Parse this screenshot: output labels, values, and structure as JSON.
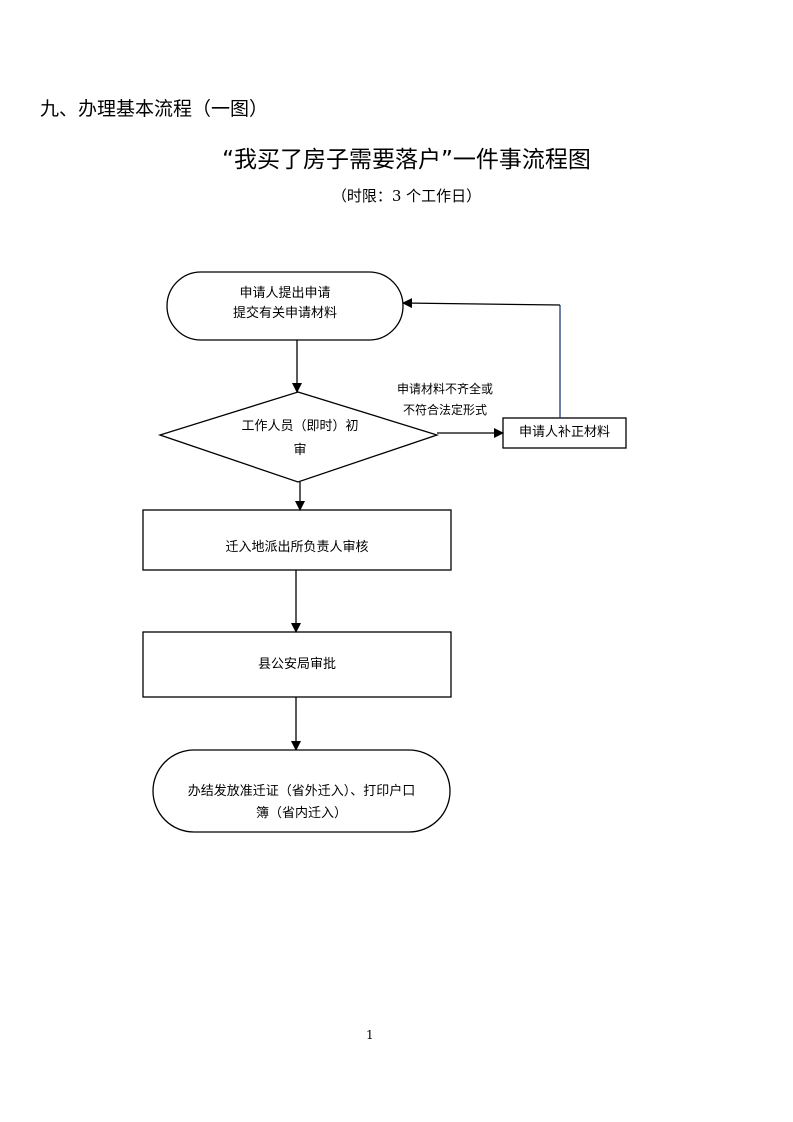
{
  "section_heading": "九、办理基本流程（一图）",
  "title": "“我买了房子需要落户”一件事流程图",
  "subtitle": "（时限：3 个工作日）",
  "flowchart": {
    "start": {
      "line1": "申请人提出申请",
      "line2": "提交有关申请材料"
    },
    "review": {
      "line1": "工作人员（即时）初",
      "line2": "审"
    },
    "reject_condition": {
      "line1": "申请材料不齐全或",
      "line2": "不符合法定形式"
    },
    "supplement": "申请人补正材料",
    "step_police_station": "迁入地派出所负责人审核",
    "step_county": "县公安局审批",
    "end": {
      "line1": "办结发放准迁证（省外迁入）、打印户口",
      "line2": "簿（省内迁入）"
    },
    "feedback_line_color": "#1f3a7a"
  },
  "page_number": "1"
}
